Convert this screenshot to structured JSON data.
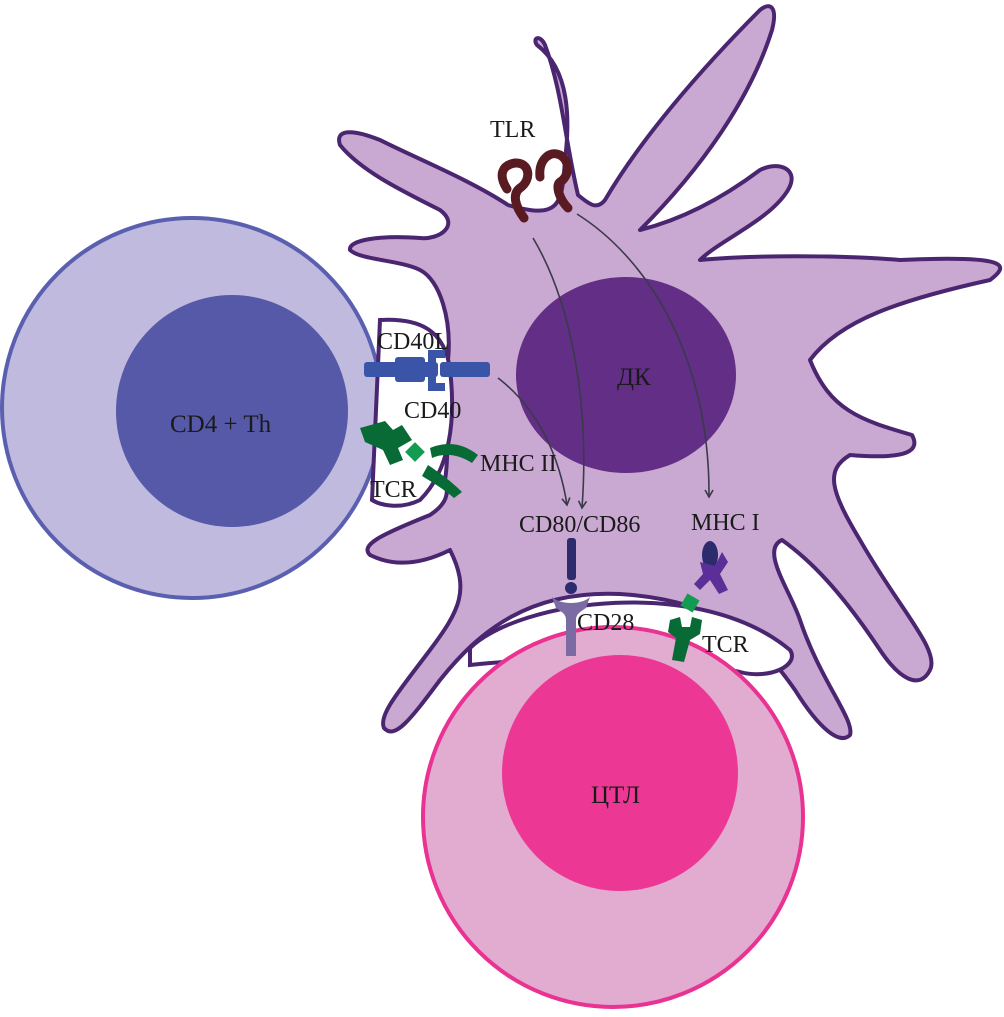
{
  "diagram": {
    "type": "cell-interaction",
    "cells": {
      "th_cell": {
        "label": "CD4 + Th"
      },
      "dendritic_cell": {
        "label": "ДК"
      },
      "ctl_cell": {
        "label": "ЦТЛ"
      }
    },
    "receptors": {
      "tlr": "TLR",
      "cd40l": "CD40L",
      "cd40": "CD40",
      "tcr_th": "TCR",
      "mhc2": "MHC II",
      "cd80_86": "CD80/CD86",
      "mhc1": "MHC I",
      "cd28": "CD28",
      "tcr_ctl": "TCR"
    },
    "arrows": [
      {
        "from": "TLR",
        "to": "CD80/CD86"
      },
      {
        "from": "TLR",
        "to": "MHC I"
      },
      {
        "from": "CD40",
        "to": "CD80/CD86"
      }
    ],
    "colors": {
      "th_outer": "#c0bade",
      "th_inner": "#5559a8",
      "th_border": "#5a5fb0",
      "dc_fill": "#c9a8d2",
      "dc_border": "#4a2670",
      "dc_nucleus": "#622e86",
      "ctl_outer": "#e2abd0",
      "ctl_inner": "#ec3894",
      "ctl_border": "#e93292",
      "tlr": "#5a1a22",
      "cd40l": "#3a55a8",
      "tcr": "#086a34",
      "antigen": "#149b52",
      "cd80": "#2b2b6e",
      "cd28": "#7c6ba2",
      "mhc1": "#5c2f98"
    }
  }
}
